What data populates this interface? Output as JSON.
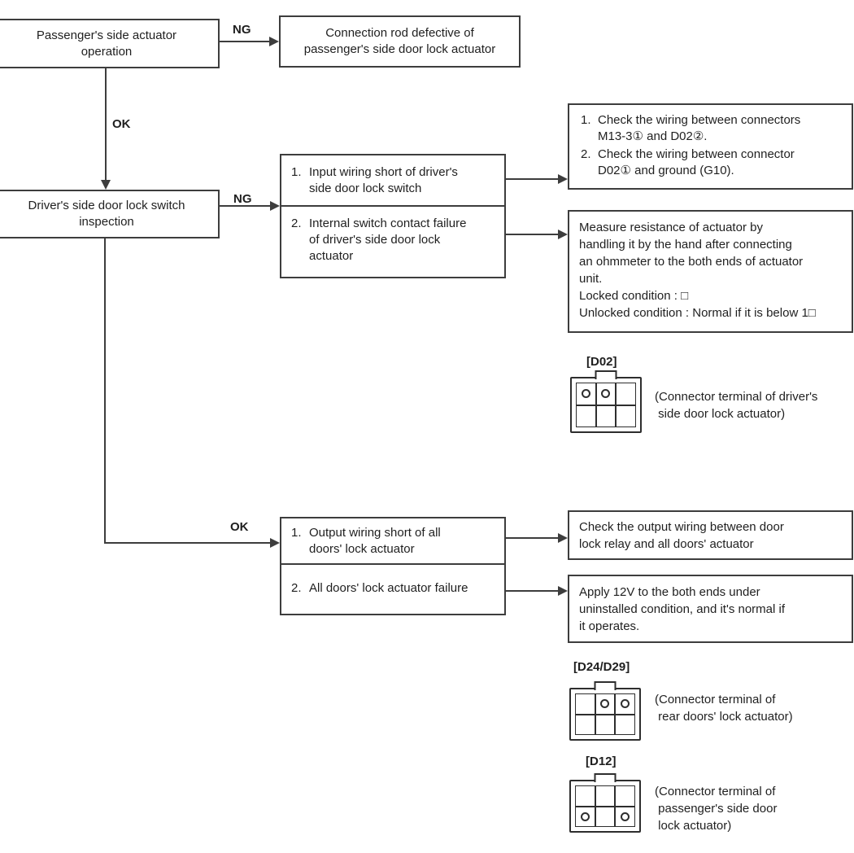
{
  "labels": {
    "ng_top": "NG",
    "ok_top": "OK",
    "ng_mid": "NG",
    "ok_bottom": "OK"
  },
  "nodes": {
    "passenger_operation": {
      "lines": [
        "Passenger's side actuator",
        "operation"
      ]
    },
    "connection_rod": {
      "lines": [
        "Connection rod defective of",
        "passenger's side door lock actuator"
      ]
    },
    "driver_inspection": {
      "lines": [
        "Driver's side door lock switch",
        "inspection"
      ]
    },
    "ng_causes": [
      {
        "num": "1.",
        "lines": [
          "Input wiring short of driver's",
          "side door lock switch"
        ]
      },
      {
        "num": "2.",
        "lines": [
          "Internal switch contact failure",
          "of driver's side door lock",
          "actuator"
        ]
      }
    ],
    "wiring_checks": [
      {
        "num": "1.",
        "lines": [
          "Check the wiring between connectors",
          "M13-3① and D02②."
        ]
      },
      {
        "num": "2.",
        "lines": [
          "Check the wiring between connector",
          "D02① and ground (G10)."
        ]
      }
    ],
    "measure_resistance": {
      "lines": [
        "Measure resistance of actuator by",
        "handling it by the hand after connecting",
        "an ohmmeter to the both ends of actuator",
        "unit.",
        "Locked condition : □",
        "Unlocked condition : Normal if it is below 1□"
      ]
    },
    "ok_causes": [
      {
        "num": "1.",
        "lines": [
          "Output wiring short of all",
          "doors' lock actuator"
        ]
      },
      {
        "num": "2.",
        "lines": [
          "All doors' lock actuator failure"
        ]
      }
    ],
    "check_output": {
      "lines": [
        "Check the output wiring between door",
        "lock relay and all doors' actuator"
      ]
    },
    "apply_12v": {
      "lines": [
        "Apply 12V to the both ends under",
        "uninstalled condition, and it's normal if",
        "it operates."
      ]
    }
  },
  "connectors": [
    {
      "label": "[D02]",
      "caption_lines": [
        "(Connector terminal of driver's",
        " side door lock actuator)"
      ],
      "pins": [
        0,
        1
      ]
    },
    {
      "label": "[D24/D29]",
      "caption_lines": [
        "(Connector terminal of",
        " rear doors' lock actuator)"
      ],
      "pins": [
        1,
        2
      ]
    },
    {
      "label": "[D12]",
      "caption_lines": [
        "(Connector terminal of",
        " passenger's side door",
        " lock actuator)"
      ],
      "pins": [
        3,
        5
      ]
    }
  ]
}
